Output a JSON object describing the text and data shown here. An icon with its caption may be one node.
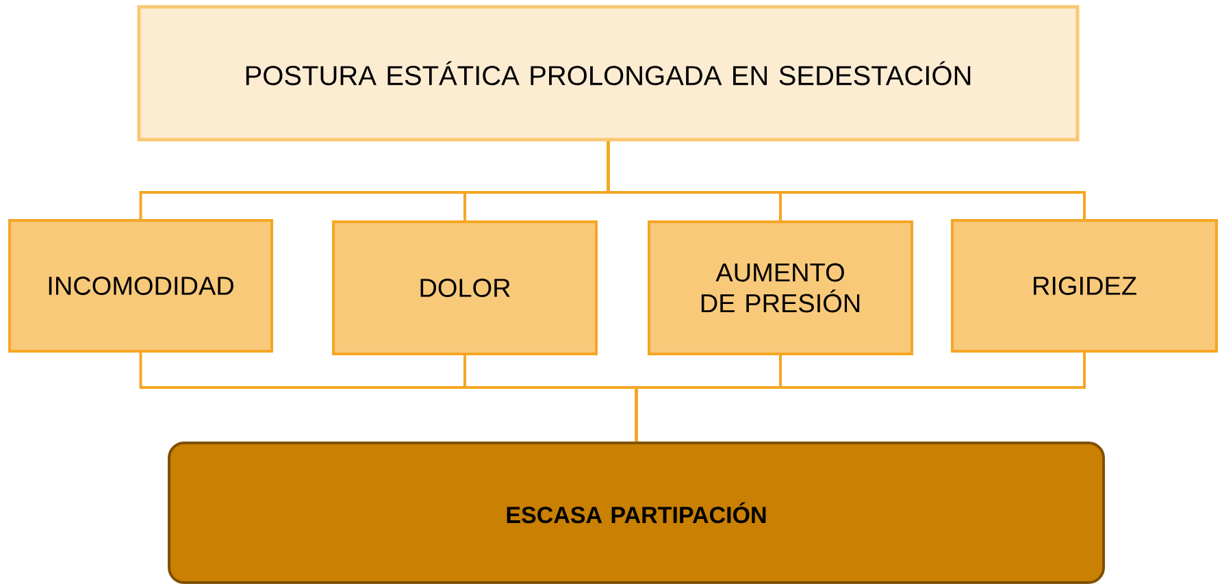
{
  "diagram": {
    "nodes": [
      {
        "text": [
          "POSTURA ESTÁTICA PROLONGADA EN SEDESTACIÓN"
        ]
      },
      {
        "text": [
          "INCOMODIDAD"
        ]
      },
      {
        "text": [
          "DOLOR"
        ]
      },
      {
        "text": [
          "AUMENTO DE PRESIÓN"
        ]
      },
      {
        "text": [
          "RIGIDEZ"
        ]
      },
      {
        "text": [
          "ESCASA PARTIPACIÓN"
        ]
      }
    ],
    "edges": [
      {
        "from": 0,
        "to": 1,
        "arrow": "none"
      },
      {
        "from": 0,
        "to": 2,
        "arrow": "none"
      },
      {
        "from": 0,
        "to": 3,
        "arrow": "none"
      },
      {
        "from": 0,
        "to": 4,
        "arrow": "none"
      },
      {
        "from": 1,
        "to": 5,
        "arrow": "none"
      },
      {
        "from": 2,
        "to": 5,
        "arrow": "none"
      },
      {
        "from": 3,
        "to": 5,
        "arrow": "none"
      },
      {
        "from": 4,
        "to": 5,
        "arrow": "none"
      }
    ]
  }
}
